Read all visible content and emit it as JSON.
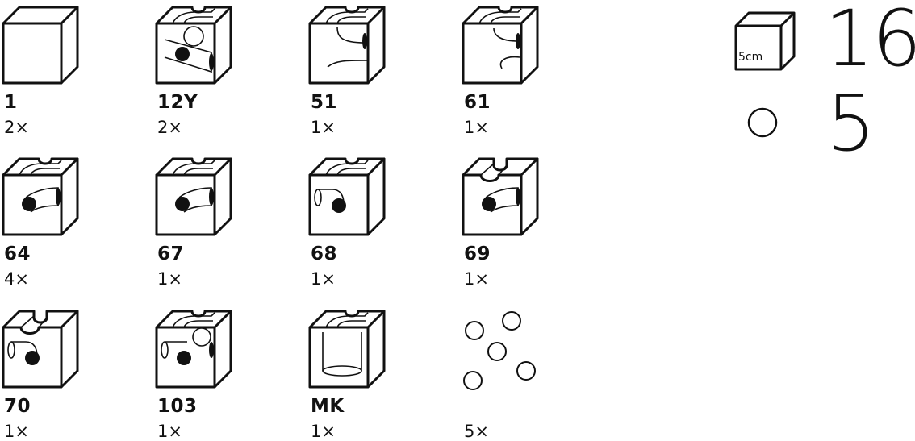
{
  "parts": [
    {
      "code": "1",
      "qty": "2×",
      "icon": "plain-cube-icon"
    },
    {
      "code": "12Y",
      "qty": "2×",
      "icon": "junction-cube-icon"
    },
    {
      "code": "51",
      "qty": "1×",
      "icon": "curve-cube-icon"
    },
    {
      "code": "61",
      "qty": "1×",
      "icon": "double-curve-cube-icon"
    },
    {
      "code": "64",
      "qty": "4×",
      "icon": "tunnel-cube-icon"
    },
    {
      "code": "67",
      "qty": "1×",
      "icon": "side-groove-cube-icon"
    },
    {
      "code": "68",
      "qty": "1×",
      "icon": "tube-cube-icon"
    },
    {
      "code": "69",
      "qty": "1×",
      "icon": "straight-groove-cube-icon"
    },
    {
      "code": "70",
      "qty": "1×",
      "icon": "groove-tube-cube-icon"
    },
    {
      "code": "103",
      "qty": "1×",
      "icon": "combo-cube-icon"
    },
    {
      "code": "MK",
      "qty": "1×",
      "icon": "funnel-cube-icon"
    },
    {
      "code": "",
      "qty": "5×",
      "icon": "marbles-icon"
    }
  ],
  "legend": {
    "cube_size": "5cm",
    "cube_count": "16",
    "ball_count": "5"
  }
}
